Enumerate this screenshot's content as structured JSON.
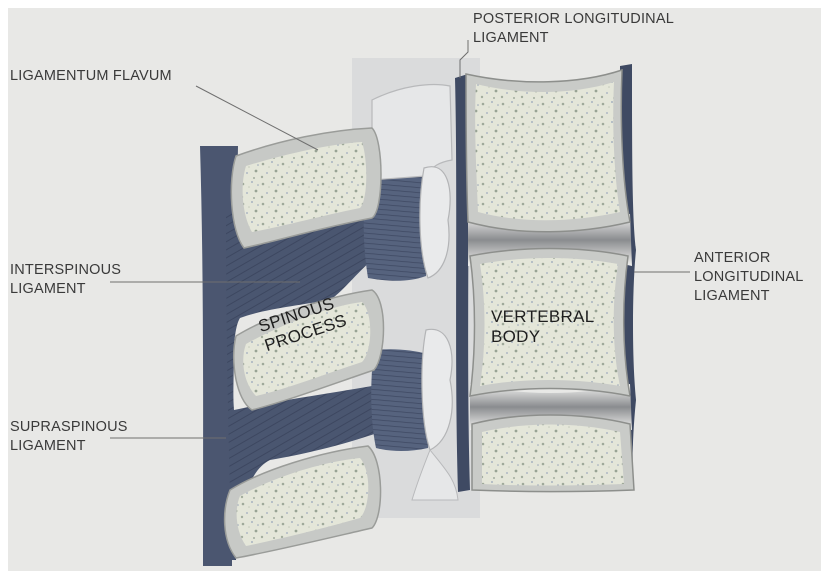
{
  "labels": {
    "posterior_longitudinal_ligament": [
      "POSTERIOR LONGITUDINAL",
      "LIGAMENT"
    ],
    "ligamentum_flavum": [
      "LIGAMENTUM FLAVUM"
    ],
    "interspinous_ligament": [
      "INTERSPINOUS",
      "LIGAMENT"
    ],
    "supraspinous_ligament": [
      "SUPRASPINOUS",
      "LIGAMENT"
    ],
    "anterior_longitudinal_ligament": [
      "ANTERIOR",
      "LONGITUDINAL",
      "LIGAMENT"
    ],
    "spinous_process": [
      "SPINOUS",
      "PROCESS"
    ],
    "vertebral_body": [
      "VERTEBRAL",
      "BODY"
    ]
  },
  "colors": {
    "background": "#e8e8e6",
    "ligament": "#4a5670",
    "bone_fill": "#e4e6d9",
    "bone_rim": "#b5b7b2",
    "label_text": "#3a3a3a"
  }
}
